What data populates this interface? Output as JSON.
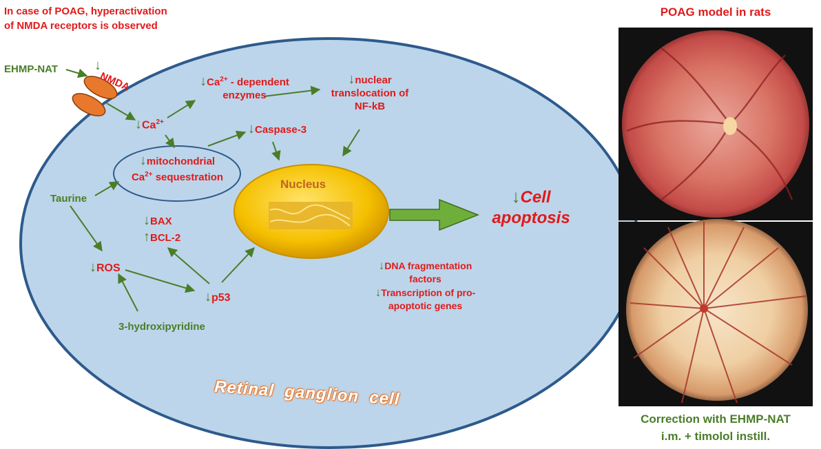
{
  "header_note": {
    "line1": "In case of POAG, hyperactivation",
    "line2": "of NMDA receptors is observed"
  },
  "right_panel": {
    "top_title": "POAG model in rats",
    "bottom_caption_line1": "Correction with EHMP-NAT",
    "bottom_caption_line2": "i.m. + timolol instill."
  },
  "diagram": {
    "ehmp_nat": "EHMP-NAT",
    "nmda": "NMDA",
    "ca": "Ca",
    "ca_sup": "2+",
    "ca_dependent_line1_pre": "Ca",
    "ca_dependent_sup": "2+",
    "ca_dependent_line1_post": " - dependent",
    "ca_dependent_line2": "enzymes",
    "nuclear_line1": "nuclear",
    "nuclear_line2": "translocation of",
    "nuclear_line3": "NF-kB",
    "caspase": "Caspase-3",
    "mito_line1": "mitochondrial",
    "mito_ca": "Ca",
    "mito_sup": "2+",
    "mito_line2_post": " sequestration",
    "taurine": "Taurine",
    "nucleus": "Nucleus",
    "bax": "BAX",
    "bcl2": "BCL-2",
    "ros": "ROS",
    "p53": "p53",
    "hydroxipyridine": "3-hydroxipyridine",
    "dna_line1": "DNA fragmentation",
    "dna_line2": "factors",
    "transcription_line1": "Transcription of pro-",
    "transcription_line2": "apoptotic genes",
    "cell_apoptosis_line1": "Cell",
    "cell_apoptosis_line2": "apoptosis",
    "cell_label": "Retinal  ganglion  cell",
    "down_arrow": "↓",
    "up_arrow": "↑"
  },
  "colors": {
    "cell_fill": "#bcd5ea",
    "cell_border": "#2e5a8c",
    "arrow_green": "#4a7d28",
    "text_red": "#e01a1a",
    "nucleus_fill": "#f5c000",
    "receptor_fill": "#e8782c",
    "big_arrow_fill": "#6fae3a"
  }
}
